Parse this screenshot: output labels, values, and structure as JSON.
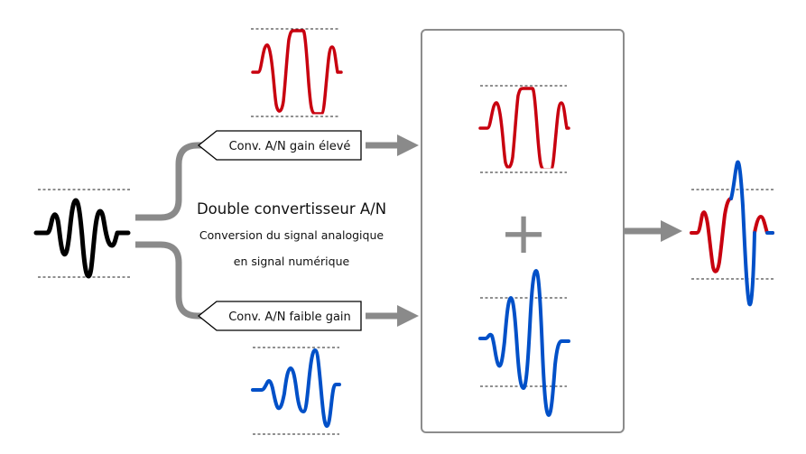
{
  "title": "Double convertisseur A/N",
  "subtitle_line1": "Conversion du signal analogique",
  "subtitle_line2": "en signal numérique",
  "converters": {
    "high_gain_label": "Conv. A/N gain élevé",
    "low_gain_label": "Conv. A/N faible gain"
  },
  "combine_symbol": "+",
  "colors": {
    "input_signal": "#000000",
    "high_gain_signal": "#c8000f",
    "low_gain_signal": "#0050c8",
    "connector": "#8a8a8a"
  }
}
